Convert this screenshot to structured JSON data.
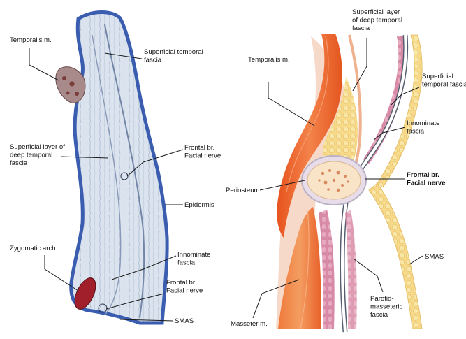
{
  "figure": {
    "left_panel": {
      "labels": {
        "temporalis": "Temporalis m.",
        "superficial_temporal_fascia": [
          "Superficial temporal",
          "fascia"
        ],
        "superficial_layer_deep_temporal_fascia": [
          "Superficial layer of",
          "deep temporal",
          "fascia"
        ],
        "frontal_branch_upper": [
          "Frontal br.",
          "Facial nerve"
        ],
        "epidermis": "Epidermis",
        "zygomatic_arch": "Zygomatic arch",
        "innominate_fascia": [
          "Innominate",
          "fascia"
        ],
        "frontal_branch_lower": [
          "Frontal br.",
          "Facial nerve"
        ],
        "smas": "SMAS"
      }
    },
    "right_panel": {
      "labels": {
        "superficial_layer_deep_temporal_fascia": [
          "Superficial layer",
          "of deep temporal",
          "fascia"
        ],
        "temporalis": "Temporalis m.",
        "superficial_temporal_fascia": [
          "Superficial",
          "temporal fascia"
        ],
        "innominate_fascia": [
          "Innominate",
          "fascia"
        ],
        "frontal_branch": [
          "Frontal br.",
          "Facial nerve"
        ],
        "periosteum": "Periosteum",
        "smas": "SMAS",
        "masseter": "Masseter m.",
        "parotid_masseteric_fascia": [
          "Parotid-",
          "masseteric",
          "fascia"
        ]
      }
    }
  }
}
